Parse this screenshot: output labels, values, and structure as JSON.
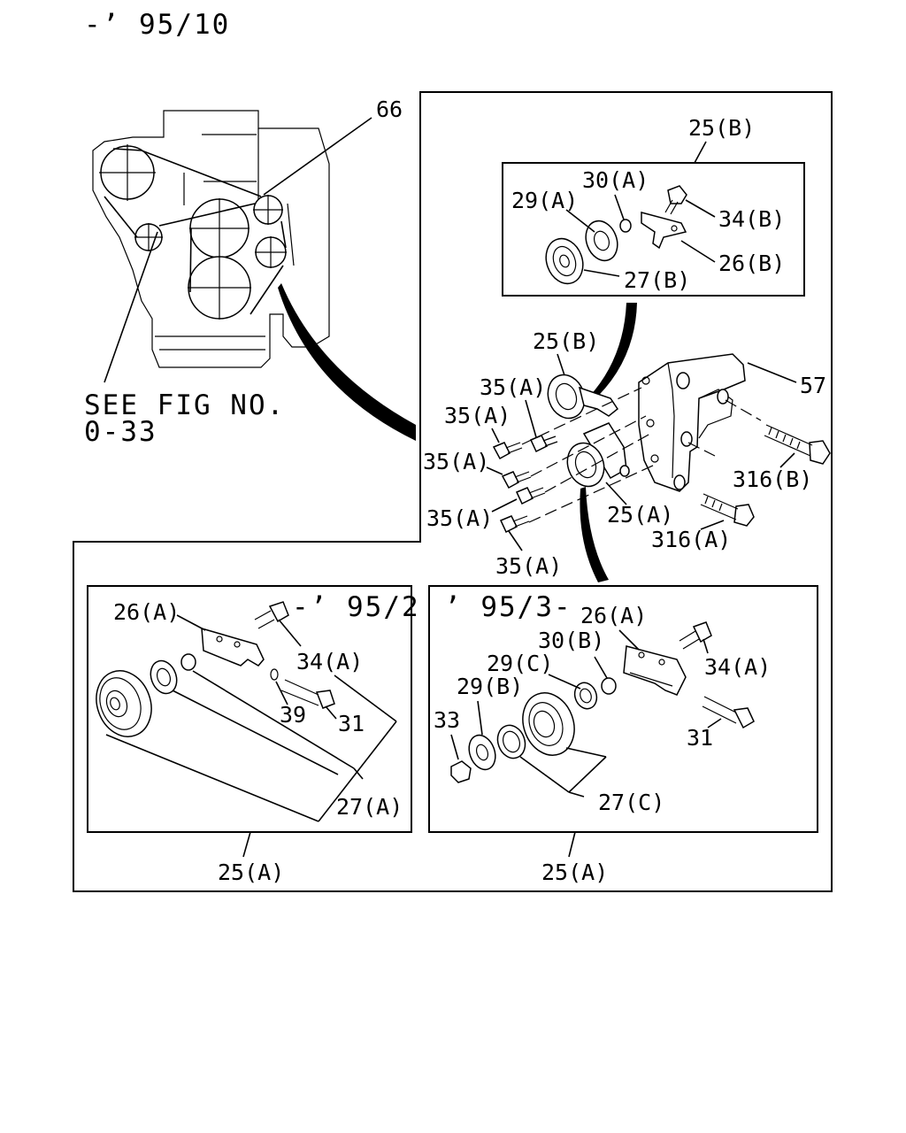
{
  "header": {
    "date_range": "-’ 95/10"
  },
  "engine_view": {
    "label_66": "66",
    "see_fig_line1": "SEE FIG NO.",
    "see_fig_line2": "0-33"
  },
  "main_assembly": {
    "labels": {
      "l_25B_box": "25(B)",
      "l_30A": "30(A)",
      "l_29A": "29(A)",
      "l_34B": "34(B)",
      "l_26B": "26(B)",
      "l_27B": "27(B)",
      "l_25B": "25(B)",
      "l_57": "57",
      "l_35A_1": "35(A)",
      "l_35A_2": "35(A)",
      "l_35A_3": "35(A)",
      "l_35A_4": "35(A)",
      "l_35A_5": "35(A)",
      "l_316B": "316(B)",
      "l_25A": "25(A)",
      "l_316A": "316(A)"
    }
  },
  "early_variant": {
    "period": "-’ 95/2",
    "labels": {
      "l_26A": "26(A)",
      "l_34A": "34(A)",
      "l_39": "39",
      "l_31": "31",
      "l_27A": "27(A)",
      "l_25A": "25(A)"
    }
  },
  "late_variant": {
    "period": "’ 95/3-",
    "labels": {
      "l_26A": "26(A)",
      "l_30B": "30(B)",
      "l_29C": "29(C)",
      "l_34A": "34(A)",
      "l_29B": "29(B)",
      "l_33": "33",
      "l_31": "31",
      "l_27C": "27(C)",
      "l_25A": "25(A)"
    }
  }
}
